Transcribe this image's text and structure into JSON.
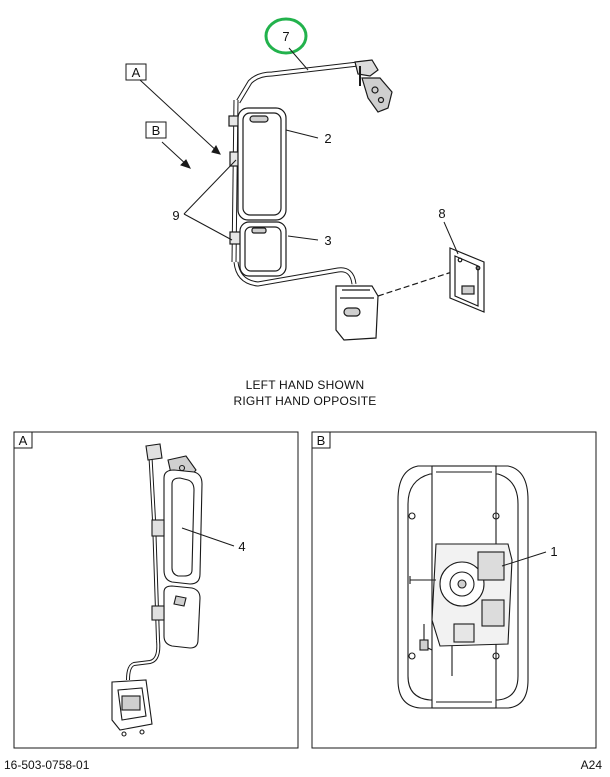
{
  "callouts": {
    "c1": "1",
    "c2": "2",
    "c3": "3",
    "c4": "4",
    "c7": "7",
    "c8": "8",
    "c9": "9"
  },
  "views": {
    "a": "A",
    "b": "B"
  },
  "caption": {
    "line1": "LEFT HAND SHOWN",
    "line2": "RIGHT HAND OPPOSITE"
  },
  "footer": {
    "doc_number": "16-503-0758-01",
    "page_id": "A24"
  },
  "colors": {
    "highlight_circle": "#22b24c",
    "line": "#1a1a1a",
    "shade": "#cfcfcf"
  }
}
